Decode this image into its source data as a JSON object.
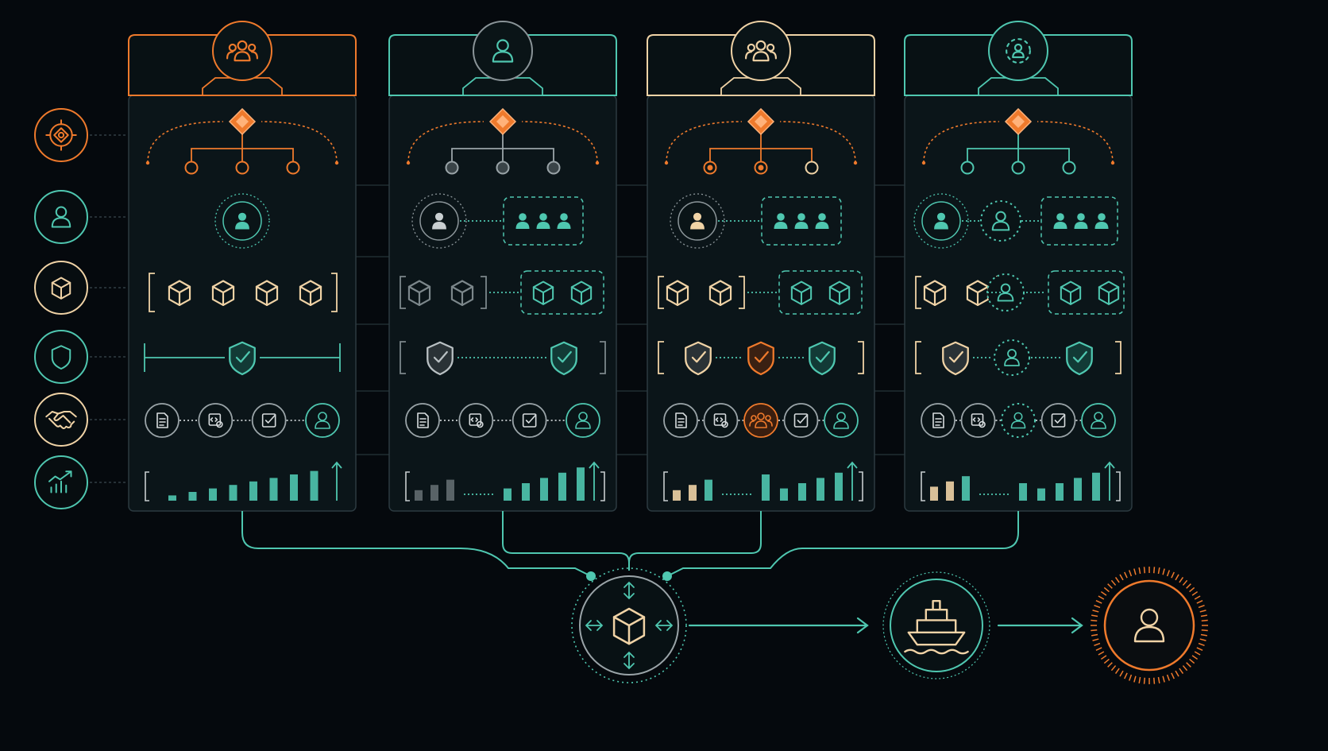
{
  "colors": {
    "background": "#05090d",
    "panel": "#0b1519",
    "divider": "#26343a",
    "orange": "#ef7a2c",
    "teal": "#4fc7b0",
    "cream": "#f0d3a6",
    "gray": "#9aa4a8"
  },
  "row_icons": [
    {
      "icon": "target-node-icon",
      "accent": "orange"
    },
    {
      "icon": "user-icon",
      "accent": "teal"
    },
    {
      "icon": "cube-icon",
      "accent": "cream"
    },
    {
      "icon": "shield-icon",
      "accent": "teal"
    },
    {
      "icon": "handshake-icon",
      "accent": "cream"
    },
    {
      "icon": "growth-chart-icon",
      "accent": "teal"
    }
  ],
  "columns": [
    {
      "id": "a",
      "accent": "orange",
      "header_icon": "team-icon",
      "hierarchy_nodes": [
        "orange",
        "orange",
        "orange"
      ],
      "hierarchy_line": "orange",
      "people_layout": "single",
      "cube_layout": "bracket-4",
      "shield_layout": "center",
      "process_steps": [
        "document-icon",
        "code-settings-icon",
        "checkbox-icon",
        "user-icon"
      ],
      "process_highlight": "none",
      "bar_levels": [
        0.15,
        0.25,
        0.35,
        0.45,
        0.55,
        0.65,
        0.75,
        0.85
      ],
      "bar_tones": [
        "teal",
        "teal",
        "teal",
        "teal",
        "teal",
        "teal",
        "teal",
        "teal"
      ]
    },
    {
      "id": "b",
      "accent": "teal",
      "header_icon": "user-icon",
      "hierarchy_nodes": [
        "gray",
        "gray",
        "gray"
      ],
      "hierarchy_line": "gray",
      "people_layout": "single-to-group",
      "cube_layout": "bracket-2-to-group",
      "shield_layout": "gray-to-teal",
      "process_steps": [
        "document-icon",
        "code-settings-icon",
        "checkbox-icon",
        "user-icon"
      ],
      "process_highlight": "last-teal",
      "bar_levels": [
        0.3,
        0.45,
        0.6,
        0.35,
        0.5,
        0.65,
        0.8,
        0.95
      ],
      "bar_tones": [
        "gray",
        "gray",
        "gray",
        "teal",
        "teal",
        "teal",
        "teal",
        "teal"
      ]
    },
    {
      "id": "c",
      "accent": "cream",
      "header_icon": "team-icon",
      "hierarchy_nodes": [
        "orange",
        "orange",
        "cream"
      ],
      "hierarchy_line": "orange",
      "people_layout": "single-to-group",
      "cube_layout": "bracket-2-to-group",
      "shield_layout": "three-way",
      "process_steps": [
        "document-icon",
        "code-settings-icon",
        "team-icon",
        "checkbox-icon",
        "user-icon"
      ],
      "process_highlight": "middle-orange",
      "bar_levels": [
        0.3,
        0.45,
        0.6,
        0.75,
        0.35,
        0.5,
        0.65,
        0.8
      ],
      "bar_tones": [
        "cream",
        "cream",
        "teal",
        "teal",
        "teal",
        "teal",
        "teal",
        "teal"
      ]
    },
    {
      "id": "d",
      "accent": "teal",
      "header_icon": "network-user-icon",
      "hierarchy_nodes": [
        "teal",
        "teal",
        "teal"
      ],
      "hierarchy_line": "teal",
      "people_layout": "single-network-group",
      "cube_layout": "bracket-2-network-group",
      "shield_layout": "gray-network-teal",
      "process_steps": [
        "document-icon",
        "code-settings-icon",
        "network-user-icon",
        "checkbox-icon",
        "user-icon"
      ],
      "process_highlight": "none",
      "bar_levels": [
        0.4,
        0.55,
        0.7,
        0.5,
        0.35,
        0.5,
        0.65,
        0.8
      ],
      "bar_tones": [
        "cream",
        "cream",
        "teal",
        "teal",
        "teal",
        "teal",
        "teal",
        "teal"
      ]
    }
  ],
  "hub": {
    "icon": "cube-icon"
  },
  "flow": [
    {
      "icon": "shipping-ship-icon",
      "accent": "teal"
    },
    {
      "icon": "user-icon",
      "accent": "orange"
    }
  ]
}
